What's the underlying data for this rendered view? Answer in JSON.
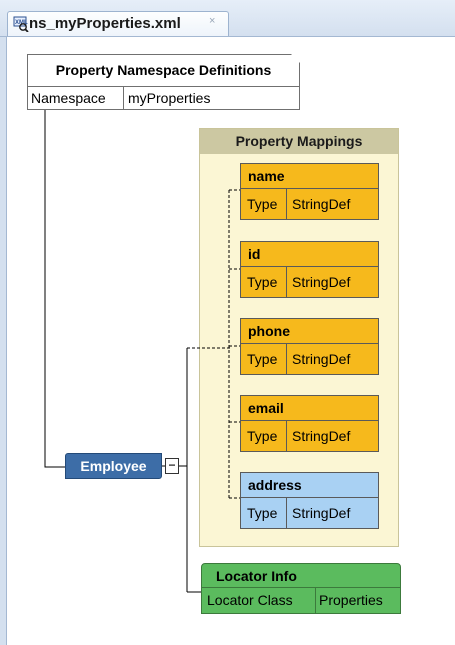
{
  "tab": {
    "title": "ns_myProperties.xml",
    "icon": "xml-schema-file-icon",
    "close_glyph": "×"
  },
  "namespace_box": {
    "title": "Property Namespace Definitions",
    "key": "Namespace",
    "value": "myProperties"
  },
  "property_mappings": {
    "header": "Property Mappings",
    "properties": [
      {
        "name": "name",
        "type_label": "Type",
        "type_value": "StringDef",
        "color": "#f6b91c"
      },
      {
        "name": "id",
        "type_label": "Type",
        "type_value": "StringDef",
        "color": "#f6b91c"
      },
      {
        "name": "phone",
        "type_label": "Type",
        "type_value": "StringDef",
        "color": "#f6b91c"
      },
      {
        "name": "email",
        "type_label": "Type",
        "type_value": "StringDef",
        "color": "#f6b91c"
      },
      {
        "name": "address",
        "type_label": "Type",
        "type_value": "StringDef",
        "color": "#a9d1f3"
      }
    ]
  },
  "employee": {
    "label": "Employee",
    "toggle": "−"
  },
  "locator_info": {
    "title": "Locator Info",
    "key": "Locator Class",
    "value": "Properties",
    "color": "#5bbb5e"
  }
}
